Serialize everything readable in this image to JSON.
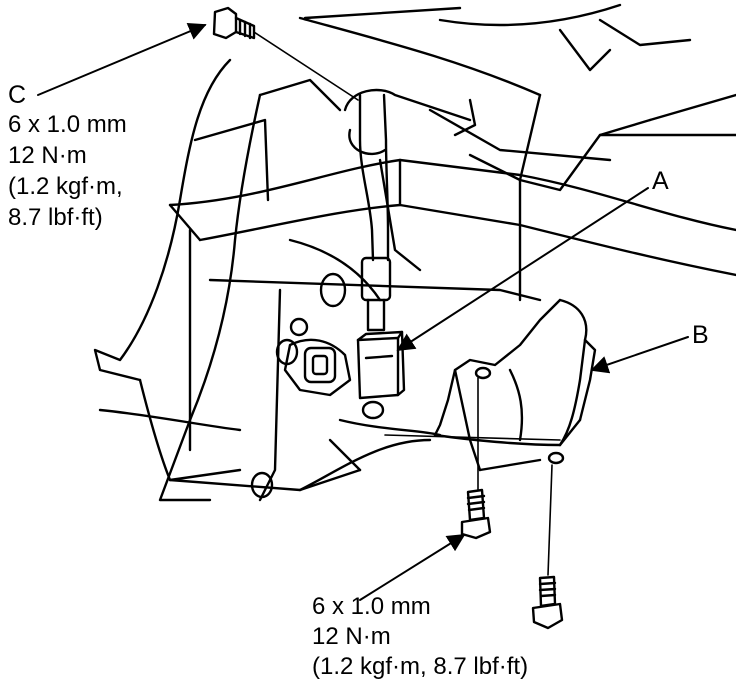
{
  "callouts": {
    "a": {
      "letter": "A"
    },
    "b": {
      "letter": "B"
    },
    "c": {
      "letter": "C",
      "spec_lines": [
        "6 x 1.0 mm",
        "12 N·m",
        "(1.2 kgf·m,",
        "8.7 lbf·ft)"
      ]
    },
    "lower_bolts": {
      "spec_lines": [
        "6 x 1.0 mm",
        "12 N·m",
        "(1.2 kgf·m, 8.7 lbf·ft)"
      ]
    }
  },
  "colors": {
    "line": "#000000",
    "background": "#ffffff"
  }
}
